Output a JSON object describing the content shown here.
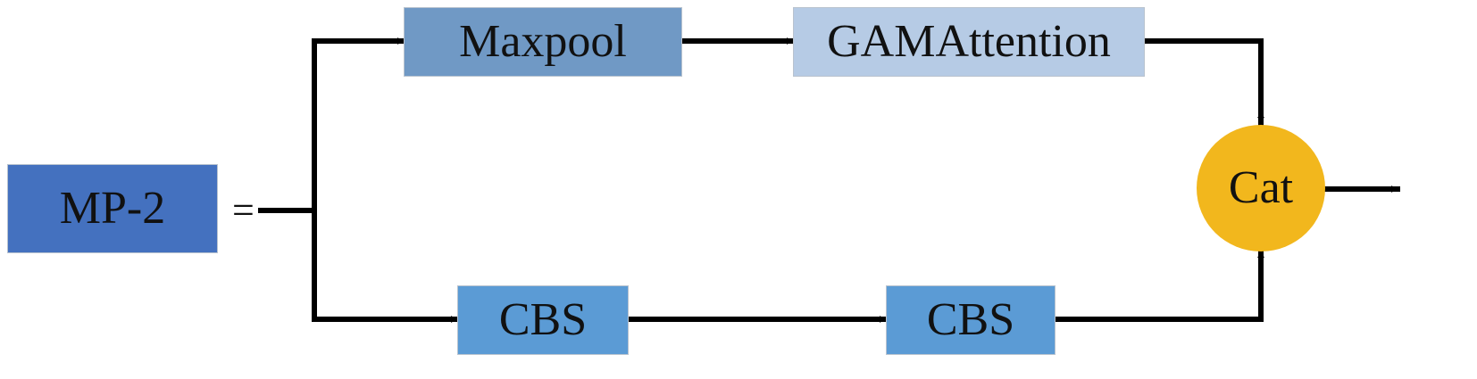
{
  "diagram": {
    "nodes": {
      "mp2": {
        "label": "MP-2"
      },
      "maxpool": {
        "label": "Maxpool"
      },
      "gam": {
        "label": "GAMAttention"
      },
      "cbs1": {
        "label": "CBS"
      },
      "cbs2": {
        "label": "CBS"
      },
      "cat": {
        "label": "Cat"
      }
    },
    "equals_sign": "=",
    "colors": {
      "mp2": "#4471bf",
      "maxpool": "#7099c5",
      "gam": "#b6cbe5",
      "cbs": "#5b9bd5",
      "cat": "#f2b71d",
      "connector": "#000000"
    }
  }
}
